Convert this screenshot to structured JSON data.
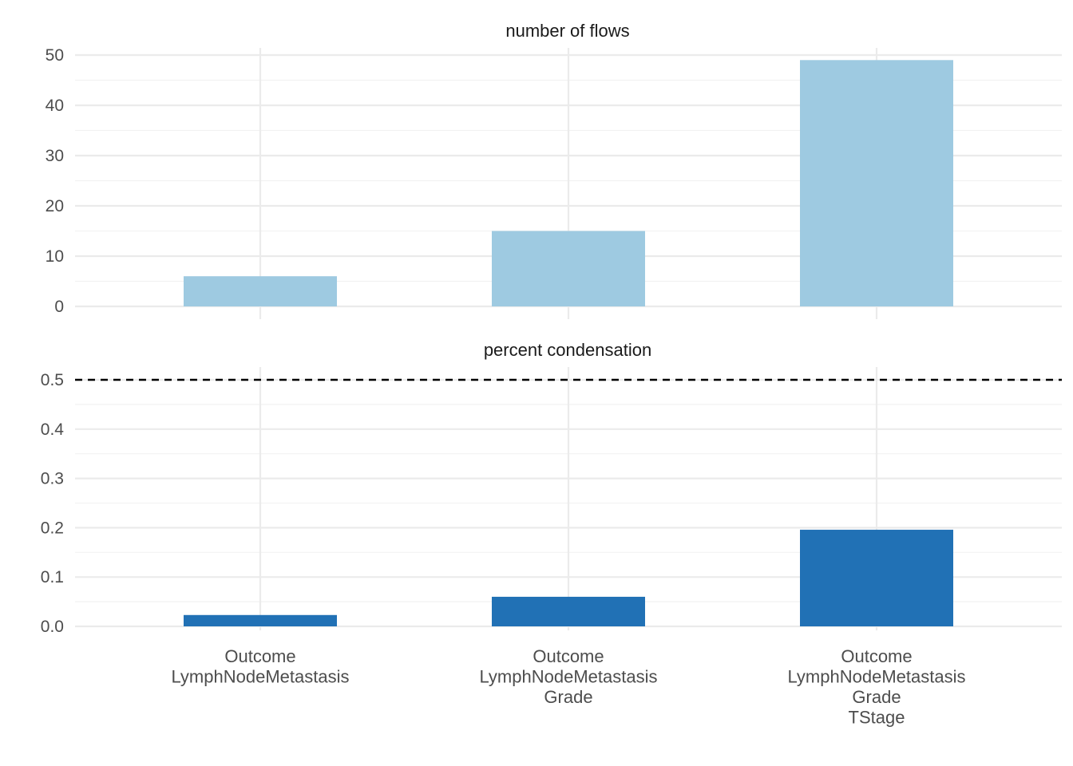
{
  "chart_data": {
    "type": "bar",
    "categories": [
      [
        "Outcome",
        "LymphNodeMetastasis"
      ],
      [
        "Outcome",
        "LymphNodeMetastasis",
        "Grade"
      ],
      [
        "Outcome",
        "LymphNodeMetastasis",
        "Grade",
        "TStage"
      ]
    ],
    "grid": true,
    "legend": "none",
    "panels": [
      {
        "title": "number of flows",
        "values": [
          6,
          15,
          49
        ],
        "ylim": [
          0,
          50
        ],
        "yticks": [
          "0",
          "10",
          "20",
          "30",
          "40",
          "50"
        ],
        "color": "#9ecae1"
      },
      {
        "title": "percent condensation",
        "values": [
          0.023,
          0.06,
          0.196
        ],
        "ylim": [
          0,
          0.5
        ],
        "yticks": [
          "0.0",
          "0.1",
          "0.2",
          "0.3",
          "0.4",
          "0.5"
        ],
        "color": "#2171b5",
        "reference_line": {
          "y": 0.5,
          "style": "dashed",
          "color": "#000000"
        }
      }
    ]
  }
}
